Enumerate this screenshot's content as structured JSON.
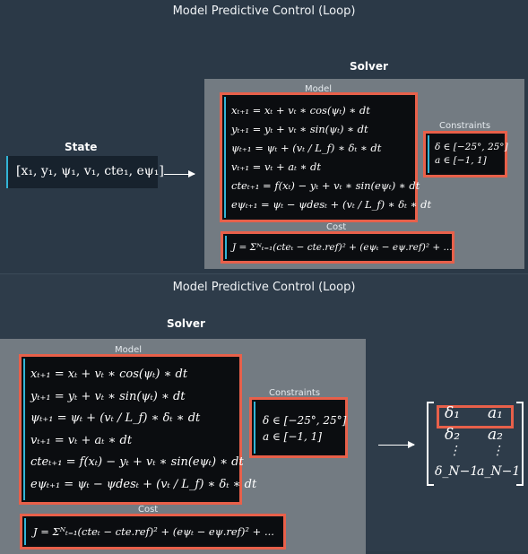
{
  "top": {
    "title": "Model Predictive Control (Loop)",
    "state_label": "State",
    "state_vector": "[x₁, y₁, ψ₁, v₁, cte₁, eψ₁]",
    "solver_label": "Solver",
    "model_label": "Model",
    "constraints_label": "Constraints",
    "cost_label": "Cost"
  },
  "bottom": {
    "title": "Model Predictive Control (Loop)",
    "solver_label": "Solver",
    "model_label": "Model",
    "constraints_label": "Constraints",
    "cost_label": "Cost"
  },
  "model_equations": [
    "xₜ₊₁ = xₜ + vₜ ∗ cos(ψₜ) ∗ dt",
    "yₜ₊₁ = yₜ + vₜ ∗ sin(ψₜ) ∗ dt",
    "ψₜ₊₁ = ψₜ + (vₜ / L_f) ∗ δₜ ∗ dt",
    "vₜ₊₁ = vₜ + aₜ ∗ dt",
    "cteₜ₊₁ = f(xₜ) − yₜ + vₜ ∗ sin(eψₜ) ∗ dt",
    "eψₜ₊₁ = ψₜ − ψdesₜ + (vₜ / L_f) ∗ δₜ ∗ dt"
  ],
  "constraints": [
    "δ ∈ [−25°, 25°]",
    "a ∈ [−1, 1]"
  ],
  "cost": "J = Σᴺₜ₌₁(cteₜ − cte.ref)² + (eψₜ − eψ.ref)² + ...",
  "matrix": {
    "rows": [
      [
        "δ₁",
        "a₁"
      ],
      [
        "δ₂",
        "a₂"
      ],
      [
        "⋮",
        "⋮"
      ],
      [
        "δ_N−1",
        "a_N−1"
      ]
    ]
  },
  "colors": {
    "highlight": "#e8604a",
    "accent": "#32b4d6",
    "solver_bg": "#737b82",
    "background": "#2b3947"
  }
}
